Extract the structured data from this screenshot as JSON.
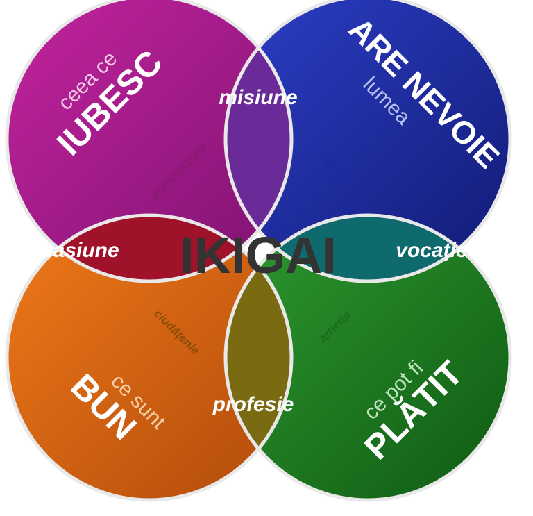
{
  "title": "IKIGAI",
  "circles": {
    "love": {
      "small": "ceea ce",
      "big": "IUBESC"
    },
    "needs": {
      "big": "ARE NEVOIE",
      "small": "lumea"
    },
    "good": {
      "small": "ce sunt",
      "big": "BUN"
    },
    "paid": {
      "small": "ce pot fi",
      "big": "PLĂTIT"
    }
  },
  "overlaps": {
    "top": "misiune",
    "left": "pasiune",
    "right": "vocaţie",
    "bottom": "profesie"
  },
  "petals": {
    "top_left": "personalitate",
    "top_right": "carieră",
    "bottom_left": "ciudăţenie",
    "bottom_right": "arhetip"
  },
  "colors": {
    "love": "#a0198a",
    "needs": "#1b2b9e",
    "good": "#d9620e",
    "paid": "#1b7a1e",
    "misiune": "#6a2a98",
    "pasiune": "#a0112a",
    "vocatie": "#0f6a6e",
    "profesie": "#7a6a12",
    "petal_pink": "#f4a3d3",
    "petal_blue": "#9cc6f4",
    "petal_orange": "#f5c36a",
    "petal_green": "#a6d7a3"
  }
}
